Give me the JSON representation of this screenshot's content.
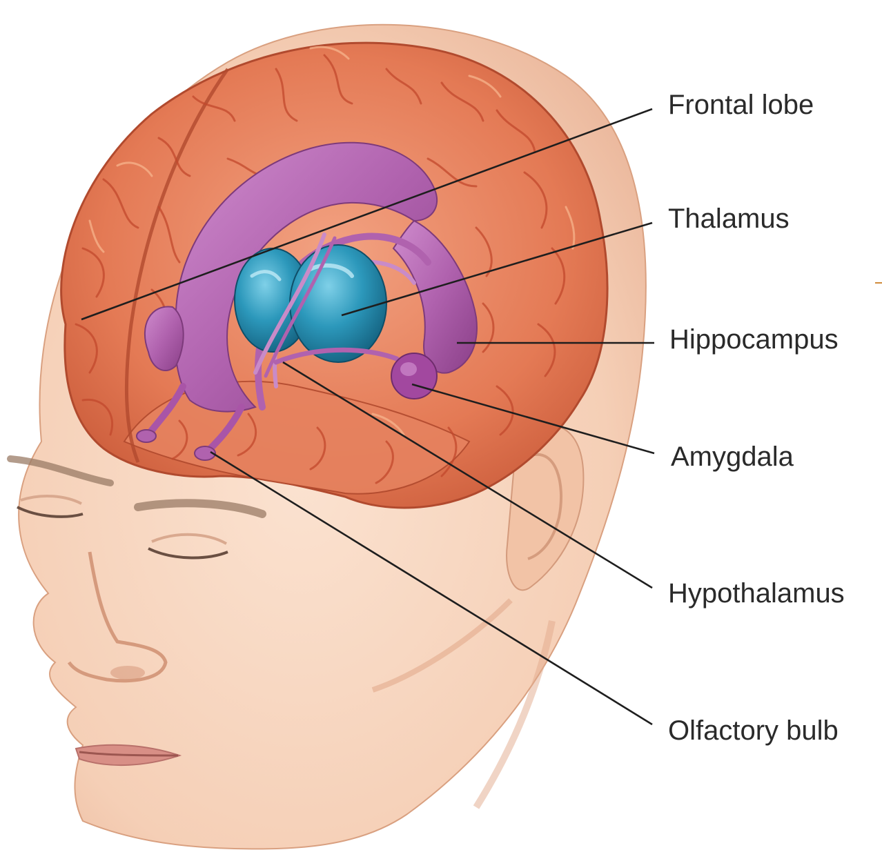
{
  "diagram": {
    "labels": {
      "frontal_lobe": "Frontal lobe",
      "thalamus": "Thalamus",
      "hippocampus": "Hippocampus",
      "amygdala": "Amygdala",
      "hypothalamus": "Hypothalamus",
      "olfactory_bulb": "Olfactory bulb"
    },
    "colors": {
      "skin": "#f6d2bb",
      "skin_shadow": "#e8b49a",
      "cortex": "#e7805c",
      "cortex_dark": "#c85a3a",
      "limbic": "#b566b3",
      "limbic_dark": "#8d3f8c",
      "thalamus": "#2c8eb0",
      "leader_line": "#1e1e1e",
      "text": "#2a2a2a"
    },
    "icons": {
      "head": "head-illustration",
      "brain": "brain-illustration"
    }
  }
}
